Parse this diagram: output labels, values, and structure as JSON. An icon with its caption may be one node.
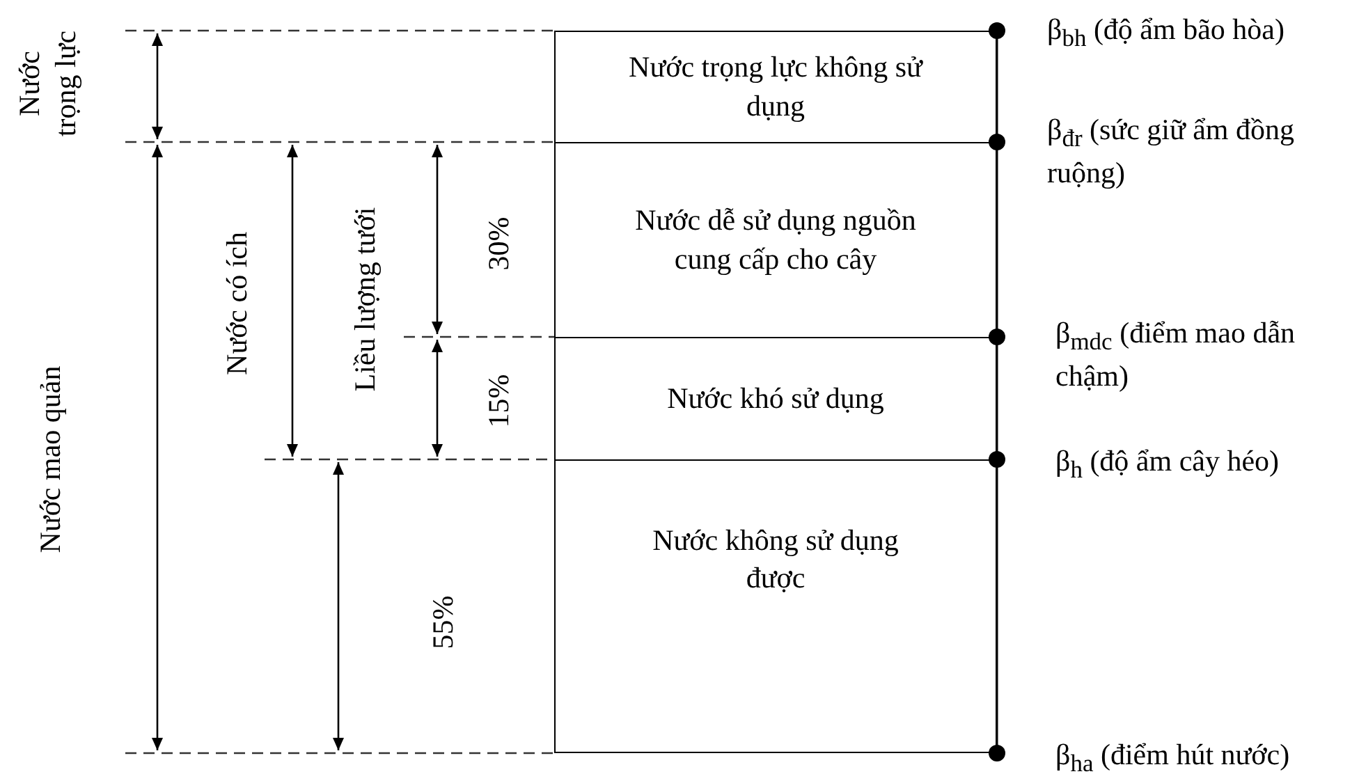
{
  "diagram": {
    "nodes": [
      {
        "text": [
          "Nước trọng lực không sử dụng"
        ]
      },
      {
        "text": [
          "Nước dễ sử dụng nguồn cung cấp cho cây"
        ]
      },
      {
        "text": [
          "Nước khó sử dụng"
        ]
      },
      {
        "text": [
          "Nước không sử dụng được"
        ]
      }
    ],
    "labels": [
      "Nước trọng lực",
      "Nước mao quản",
      "Nước có ích",
      "Liều lượng tưới",
      "30%",
      "15%",
      "55%",
      "β$_{bh}$ (độ ẩm bão hòa)",
      "β$_{đr}$ (sức giữ ẩm đồng ruộng)",
      "β$_{mdc}$ (điểm mao dẫn chậm)",
      "β$_{h}$ (độ ẩm cây héo)",
      "β$_{ha}$ (điểm hút nước)"
    ]
  }
}
